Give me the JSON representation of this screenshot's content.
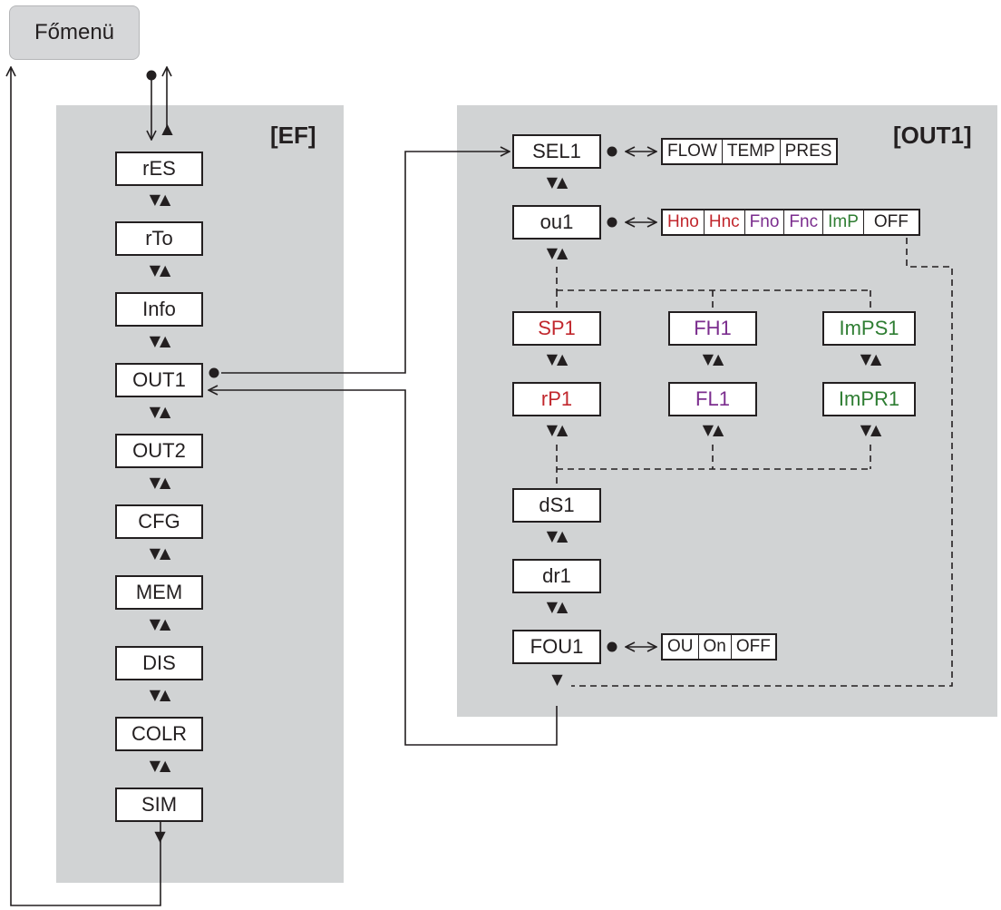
{
  "main_menu": {
    "label": "Főmenü"
  },
  "ef": {
    "title": "[EF]",
    "items": [
      "rES",
      "rTo",
      "Info",
      "OUT1",
      "OUT2",
      "CFG",
      "MEM",
      "DIS",
      "COLR",
      "SIM"
    ]
  },
  "out1": {
    "title": "[OUT1]",
    "sel1": {
      "label": "SEL1",
      "options": [
        "FLOW",
        "TEMP",
        "PRES"
      ]
    },
    "ou1": {
      "label": "ou1",
      "options": [
        {
          "label": "Hno",
          "color": "#c1272d"
        },
        {
          "label": "Hnc",
          "color": "#c1272d"
        },
        {
          "label": "Fno",
          "color": "#7b2d8e"
        },
        {
          "label": "Fnc",
          "color": "#7b2d8e"
        },
        {
          "label": "ImP",
          "color": "#2e7d32"
        },
        {
          "label": "OFF",
          "color": "#231f20"
        }
      ]
    },
    "hyst": {
      "sp": "SP1",
      "rp": "rP1",
      "color": "#c1272d"
    },
    "window": {
      "fh": "FH1",
      "fl": "FL1",
      "color": "#7b2d8e"
    },
    "pulse": {
      "imps": "ImPS1",
      "impr": "ImPR1",
      "color": "#2e7d32"
    },
    "ds1": "dS1",
    "dr1": "dr1",
    "fou1": {
      "label": "FOU1",
      "options": [
        "OU",
        "On",
        "OFF"
      ]
    }
  },
  "symbols": {
    "updown": "▼▲",
    "down": "▼",
    "up": "▲",
    "bullet": "●"
  },
  "colors": {
    "panel": "#d1d3d4",
    "line": "#231f20",
    "red": "#c1272d",
    "purple": "#7b2d8e",
    "green": "#2e7d32"
  }
}
